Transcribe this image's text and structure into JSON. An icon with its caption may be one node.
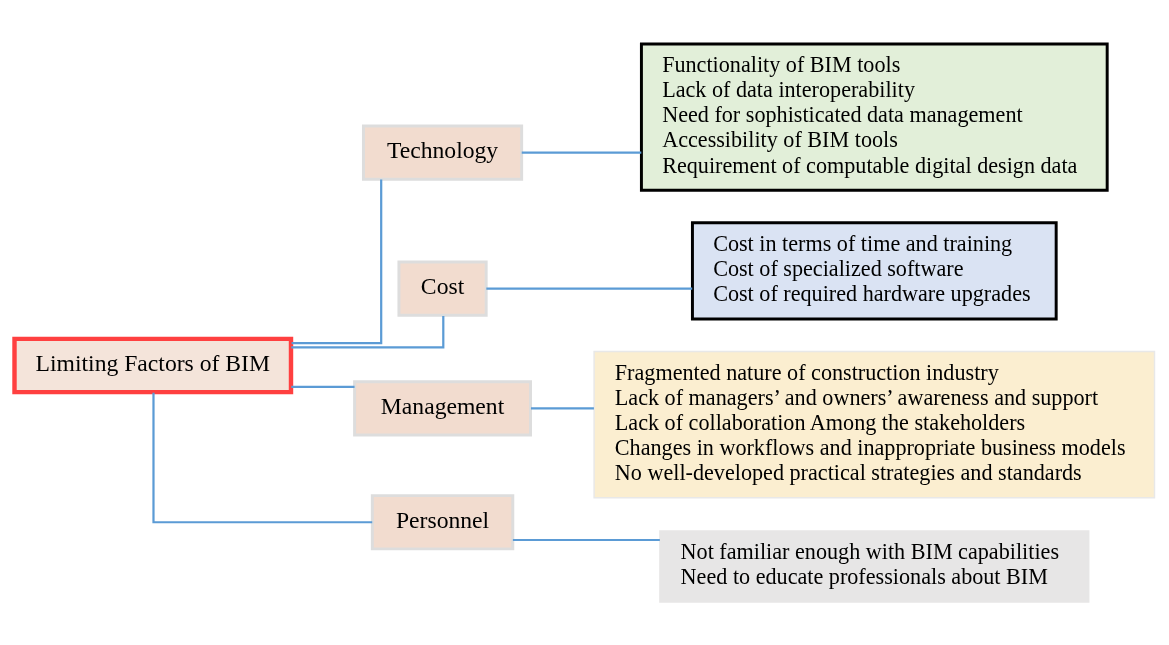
{
  "diagram": {
    "nodes": [
      {
        "text": [
          "Limiting Factors of BIM"
        ]
      },
      {
        "text": [
          "Technology"
        ]
      },
      {
        "text": [
          "Functionality of BIM tools",
          "Lack of data interoperability",
          "Need for sophisticated data management",
          "Accessibility of BIM tools",
          "Requirement of computable digital design data"
        ]
      },
      {
        "text": [
          "Cost"
        ]
      },
      {
        "text": [
          "Cost in terms of time and training",
          "Cost of specialized software",
          "Cost of required hardware upgrades"
        ]
      },
      {
        "text": [
          "Management"
        ]
      },
      {
        "text": [
          "Fragmented nature of construction industry",
          "Lack of managers’ and owners’ awareness and support",
          "Lack of collaboration Among the stakeholders",
          "Changes in workflows and inappropriate business models",
          "No well-developed practical strategies and standards"
        ]
      },
      {
        "text": [
          "Personnel"
        ]
      },
      {
        "text": [
          "Not familiar enough with BIM capabilities",
          "Need to educate professionals about BIM"
        ]
      }
    ],
    "edges": [
      {
        "from": 0,
        "to": 1,
        "arrow": "none"
      },
      {
        "from": 0,
        "to": 3,
        "arrow": "none"
      },
      {
        "from": 0,
        "to": 5,
        "arrow": "none"
      },
      {
        "from": 0,
        "to": 7,
        "arrow": "none"
      },
      {
        "from": 1,
        "to": 2,
        "arrow": "none"
      },
      {
        "from": 3,
        "to": 4,
        "arrow": "none"
      },
      {
        "from": 5,
        "to": 6,
        "arrow": "none"
      },
      {
        "from": 7,
        "to": 8,
        "arrow": "none"
      }
    ]
  }
}
